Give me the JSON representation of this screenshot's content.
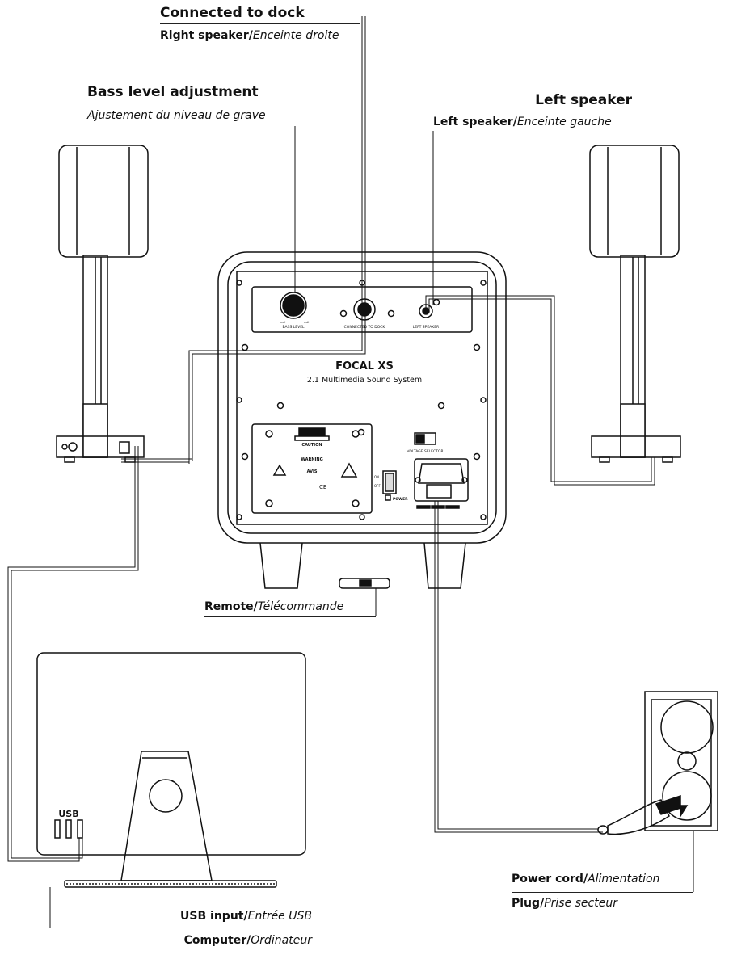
{
  "labels": {
    "connected_title": "Connected to dock",
    "connected_en": "Right speaker",
    "connected_fr": "Enceinte droite",
    "bass_title": "Bass level adjustment",
    "bass_fr": "Ajustement du niveau de grave",
    "left_title": "Left speaker",
    "left_en": "Left speaker",
    "left_fr": "Enceinte gauche",
    "remote_en": "Remote",
    "remote_fr": "Télécommande",
    "power_en": "Power cord",
    "power_fr": "Alimentation",
    "plug_en": "Plug",
    "plug_fr": "Prise secteur",
    "usb_input_en": "USB input",
    "usb_input_fr": "Entrée USB",
    "computer_en": "Computer",
    "computer_fr": "Ordinateur",
    "separator": "/"
  },
  "panel": {
    "brand": "FOCAL XS",
    "subtitle": "2.1 Multimedia Sound System",
    "bass_level": "BASS LEVEL",
    "connected_dock": "CONNECTED TO DOCK",
    "left_speaker": "LEFT SPEAKER",
    "voltage_selector": "VOLTAGE SELECTOR",
    "caution": "CAUTION",
    "warning": "WARNING",
    "avis": "AVIS",
    "power": "POWER",
    "on": "ON",
    "off": "OFF",
    "ce": "CE",
    "min": "null",
    "max": "null"
  },
  "computer": {
    "usb": "USB"
  }
}
